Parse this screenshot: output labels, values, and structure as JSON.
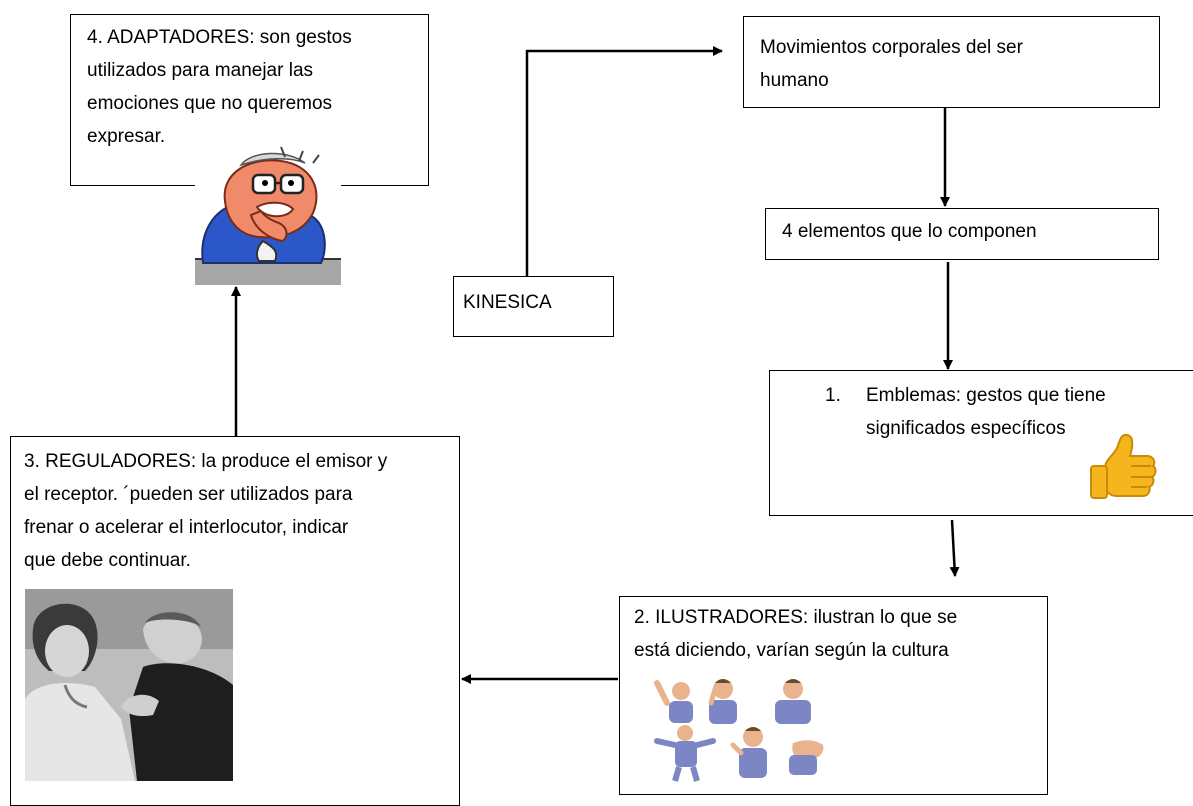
{
  "diagram": {
    "kinesica": "KINESICA",
    "movimientos": "Movimientos corporales del ser\nhumano",
    "elementos": "4  elementos que lo componen",
    "emblemas_num": "1.",
    "emblemas": "Emblemas: gestos que tiene\nsignificados específicos",
    "ilustradores": "2. ILUSTRADORES: ilustran lo que se\nestá diciendo, varían según la cultura",
    "reguladores": "3. REGULADORES: la produce el emisor y\nel receptor. ´pueden ser utilizados para\nfrenar o acelerar el interlocutor, indicar\nque debe continuar.",
    "adaptadores": "4. ADAPTADORES: son gestos\nutilizados para manejar las\nemociones que no queremos\nexpresar."
  },
  "colors": {
    "line": "#000000",
    "thumb": "#f5b51c",
    "skin": "#f08a6a",
    "shirt": "#2c57c9",
    "figure_shirt": "#7c86c4"
  },
  "icons": [
    "thumbs-up-icon",
    "nervous-cartoon-illustration",
    "couple-photo",
    "gesturing-figures-illustration"
  ]
}
